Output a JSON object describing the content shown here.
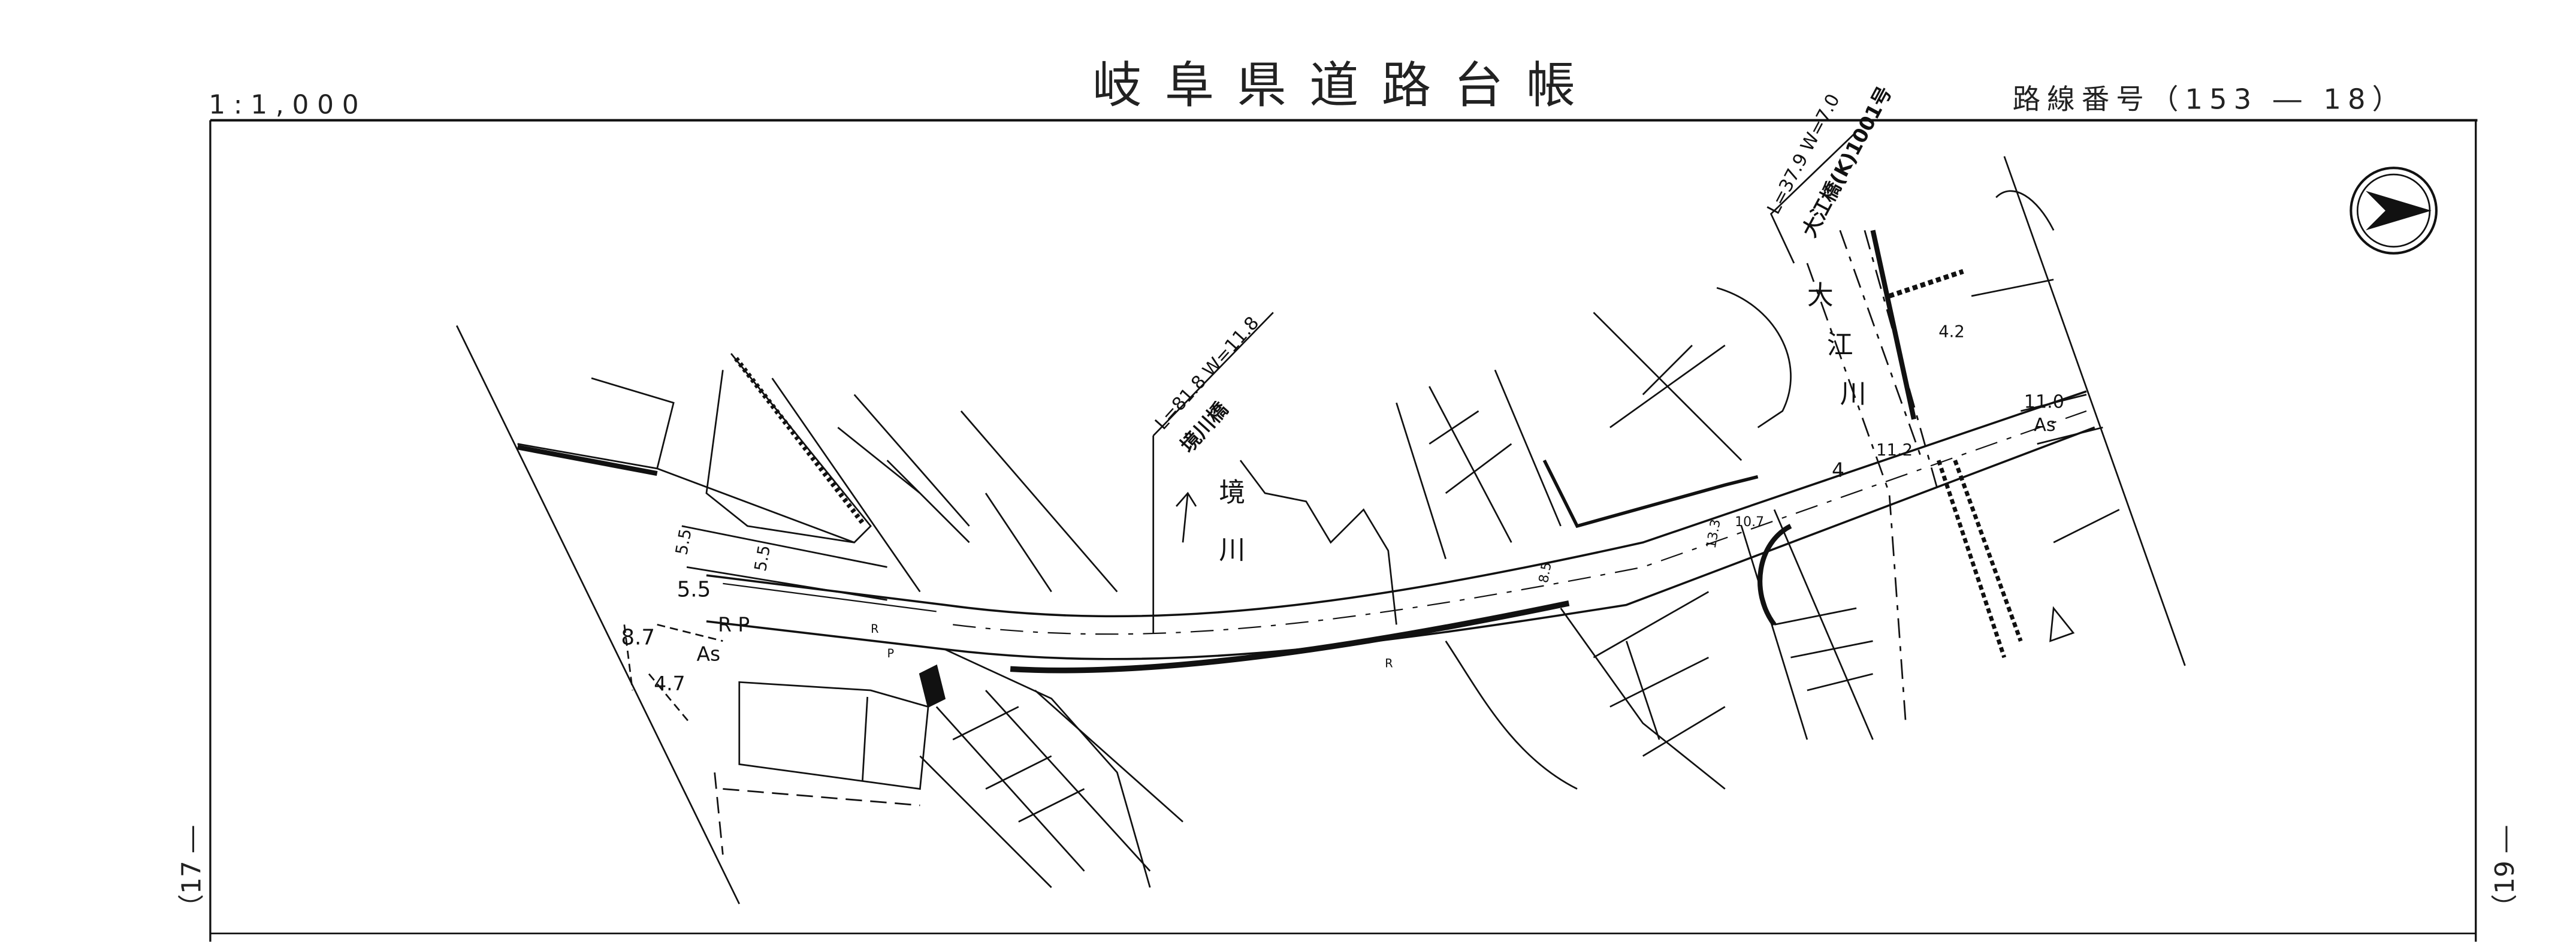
{
  "header": {
    "scale": "1:1,000",
    "title": "岐阜県道路台帳",
    "route_label": "路線番号（153 ― 18）"
  },
  "side_labels": {
    "left": "（17 ―",
    "right": "（19 ―"
  },
  "map": {
    "bridge1": {
      "dims": "L=81.8  W=11.8",
      "name": "境川橋"
    },
    "river1": [
      "境",
      "川"
    ],
    "bridge2": {
      "dims": "L=37.9  W=7.0",
      "name": "大江橋(K)1001号"
    },
    "river2": [
      "大",
      "江",
      "川"
    ],
    "labels": {
      "w42": "4.2",
      "w110": "11.0",
      "as1": "As",
      "w112": "11.2",
      "w4": "4",
      "w55a": "5.5",
      "w55b": "5.5",
      "w55c": "5.5",
      "w87": "8.7",
      "w47": "4.7",
      "rp": "R P",
      "as2": "As",
      "w107": "10.7",
      "w133": "13.3",
      "w85": "8.5",
      "r1": "R",
      "r2": "R",
      "p1": "P"
    }
  }
}
